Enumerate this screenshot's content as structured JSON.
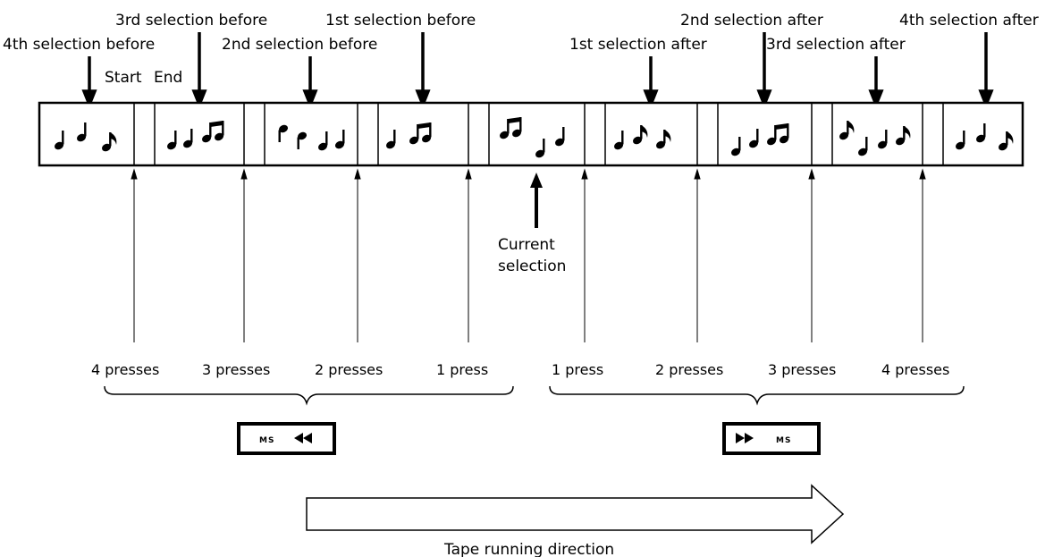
{
  "selection_labels": {
    "fourth_before": "4th selection before",
    "third_before": "3rd selection before",
    "second_before": "2nd selection before",
    "first_before": "1st selection before",
    "first_after": "1st selection after",
    "second_after": "2nd selection after",
    "third_after": "3rd selection after",
    "fourth_after": "4th selection after"
  },
  "start_label": "Start",
  "end_label": "End",
  "current_selection": [
    "Current",
    "selection"
  ],
  "presses_before": [
    "4 presses",
    "3 presses",
    "2 presses",
    "1 press"
  ],
  "presses_after": [
    "1 press",
    "2 presses",
    "3 presses",
    "4 presses"
  ],
  "rewind_button": {
    "label": "MS",
    "icon": "rewind-icon"
  },
  "forward_button": {
    "label": "MS",
    "icon": "fast-forward-icon"
  },
  "direction_label": "Tape running direction"
}
